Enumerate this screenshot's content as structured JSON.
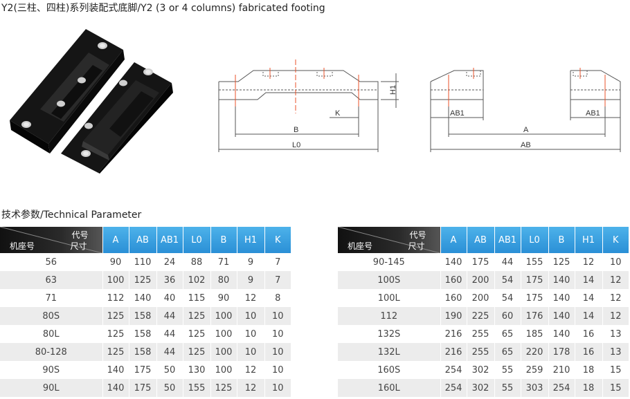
{
  "page_title": "Y2(三柱、四柱)系列装配式底脚/Y2 (3 or 4 columns) fabricated footing",
  "section_title": "技术参数/Technical Parameter",
  "drawing_labels": {
    "h1": "H1",
    "k": "K",
    "b": "B",
    "l0": "L0",
    "ab1_left": "AB1",
    "ab1_right": "AB1",
    "a": "A",
    "ab": "AB"
  },
  "colors": {
    "header_blue": "#3aa0e0",
    "header_dark": "#1a1a1a",
    "row_alt": "#ececec",
    "centerline": "#e8502a"
  },
  "table_header": {
    "corner_code": "代号",
    "corner_size": "尺寸",
    "corner_frame": "机座号",
    "columns": [
      "A",
      "AB",
      "AB1",
      "L0",
      "B",
      "H1",
      "K"
    ]
  },
  "table_left": [
    [
      "56",
      "90",
      "110",
      "24",
      "88",
      "71",
      "9",
      "7"
    ],
    [
      "63",
      "100",
      "125",
      "36",
      "102",
      "80",
      "9",
      "7"
    ],
    [
      "71",
      "112",
      "140",
      "40",
      "115",
      "90",
      "12",
      "8"
    ],
    [
      "80S",
      "125",
      "158",
      "44",
      "125",
      "100",
      "10",
      "10"
    ],
    [
      "80L",
      "125",
      "158",
      "44",
      "125",
      "100",
      "10",
      "10"
    ],
    [
      "80-128",
      "125",
      "158",
      "44",
      "125",
      "100",
      "10",
      "10"
    ],
    [
      "90S",
      "140",
      "175",
      "50",
      "130",
      "100",
      "12",
      "10"
    ],
    [
      "90L",
      "140",
      "175",
      "50",
      "155",
      "125",
      "12",
      "10"
    ]
  ],
  "table_right": [
    [
      "90-145",
      "140",
      "175",
      "44",
      "155",
      "125",
      "12",
      "10"
    ],
    [
      "100S",
      "160",
      "200",
      "54",
      "175",
      "140",
      "14",
      "12"
    ],
    [
      "100L",
      "160",
      "200",
      "54",
      "175",
      "140",
      "14",
      "12"
    ],
    [
      "112",
      "190",
      "225",
      "60",
      "176",
      "140",
      "14",
      "12"
    ],
    [
      "132S",
      "216",
      "255",
      "65",
      "185",
      "140",
      "16",
      "13"
    ],
    [
      "132L",
      "216",
      "255",
      "65",
      "220",
      "178",
      "16",
      "13"
    ],
    [
      "160S",
      "254",
      "302",
      "55",
      "259",
      "210",
      "18",
      "15"
    ],
    [
      "160L",
      "254",
      "302",
      "55",
      "303",
      "254",
      "18",
      "15"
    ]
  ]
}
